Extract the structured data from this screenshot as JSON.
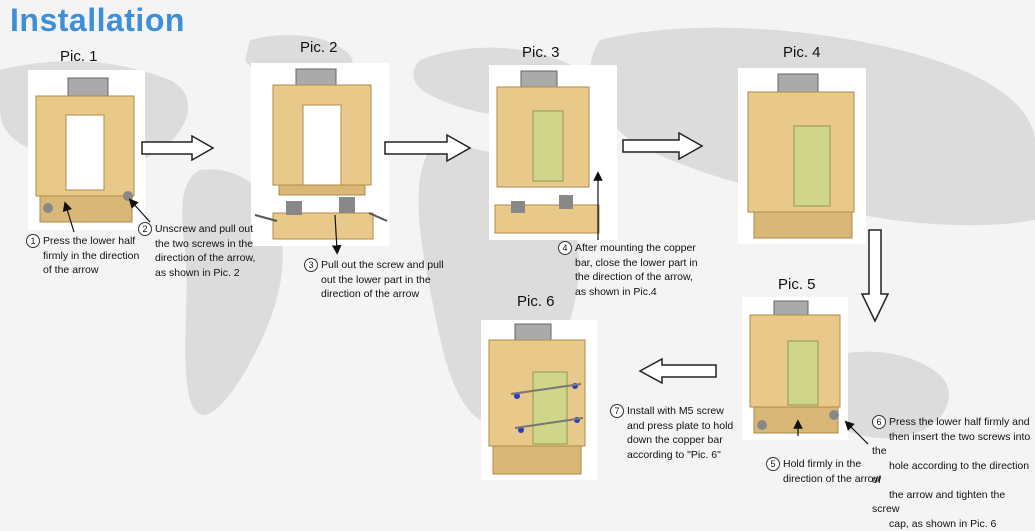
{
  "title": "Installation",
  "colors": {
    "title": "#3e8fd8",
    "body": "#e8c98a",
    "body_dark": "#c9a565",
    "bar": "#cfd68a",
    "screw_blue": "#2a3cc8"
  },
  "pics": [
    {
      "label": "Pic. 1"
    },
    {
      "label": "Pic. 2"
    },
    {
      "label": "Pic. 3"
    },
    {
      "label": "Pic. 4"
    },
    {
      "label": "Pic. 5"
    },
    {
      "label": "Pic. 6"
    }
  ],
  "steps": [
    {
      "num": "1",
      "lines": [
        "Press the lower half",
        "firmly in the direction",
        "of the arrow"
      ]
    },
    {
      "num": "2",
      "lines": [
        "Unscrew and pull out",
        "the two screws in the",
        "direction of the arrow,",
        "as shown in Pic. 2"
      ]
    },
    {
      "num": "3",
      "lines": [
        "Pull out the screw and pull",
        "out the lower part in the",
        "direction of the arrow"
      ]
    },
    {
      "num": "4",
      "lines": [
        "After mounting the copper",
        "bar, close the lower part in",
        "the direction of the arrow,",
        "as shown in Pic.4"
      ]
    },
    {
      "num": "5",
      "lines": [
        "Hold firmly in the",
        "direction of the arrow"
      ]
    },
    {
      "num": "6",
      "lines": [
        "Press the lower half firmly and",
        "then insert the two screws into the",
        "hole according to the direction of",
        "the arrow and tighten the screw",
        "cap, as shown in Pic. 6"
      ]
    },
    {
      "num": "7",
      "lines": [
        "Install with M5 screw",
        "and press plate to hold",
        "down the copper bar",
        "according to \"Pic. 6\""
      ]
    }
  ]
}
